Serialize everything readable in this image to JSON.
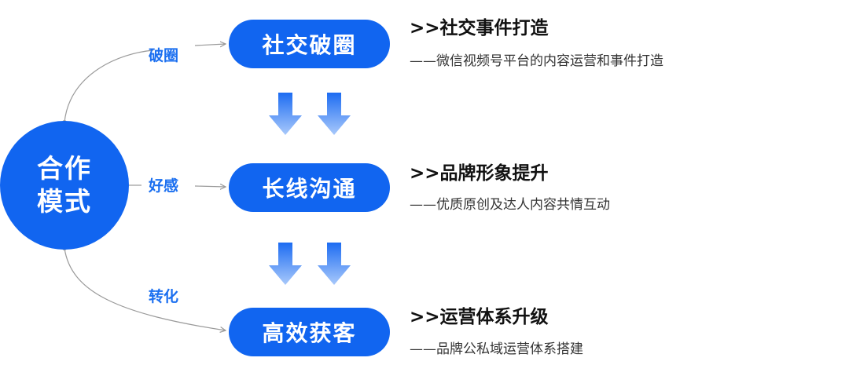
{
  "hub": {
    "line1": "合作",
    "line2": "模式"
  },
  "links": [
    {
      "label": "破圈"
    },
    {
      "label": "好感"
    },
    {
      "label": "转化"
    }
  ],
  "stages": [
    {
      "name": "社交破圈",
      "title": ">>社交事件打造",
      "description": "——微信视频号平台的内容运营和事件打造"
    },
    {
      "name": "长线沟通",
      "title": ">>品牌形象提升",
      "description": "——优质原创及达人内容共情互动"
    },
    {
      "name": "高效获客",
      "title": ">>运营体系升级",
      "description": "——品牌公私域运营体系搭建"
    }
  ],
  "colors": {
    "primary": "#1165f0",
    "label": "#1b6ff0",
    "arrow_top": "#1d6cf2",
    "arrow_bottom": "#a9c9fb",
    "connector": "#9a9a9a"
  }
}
